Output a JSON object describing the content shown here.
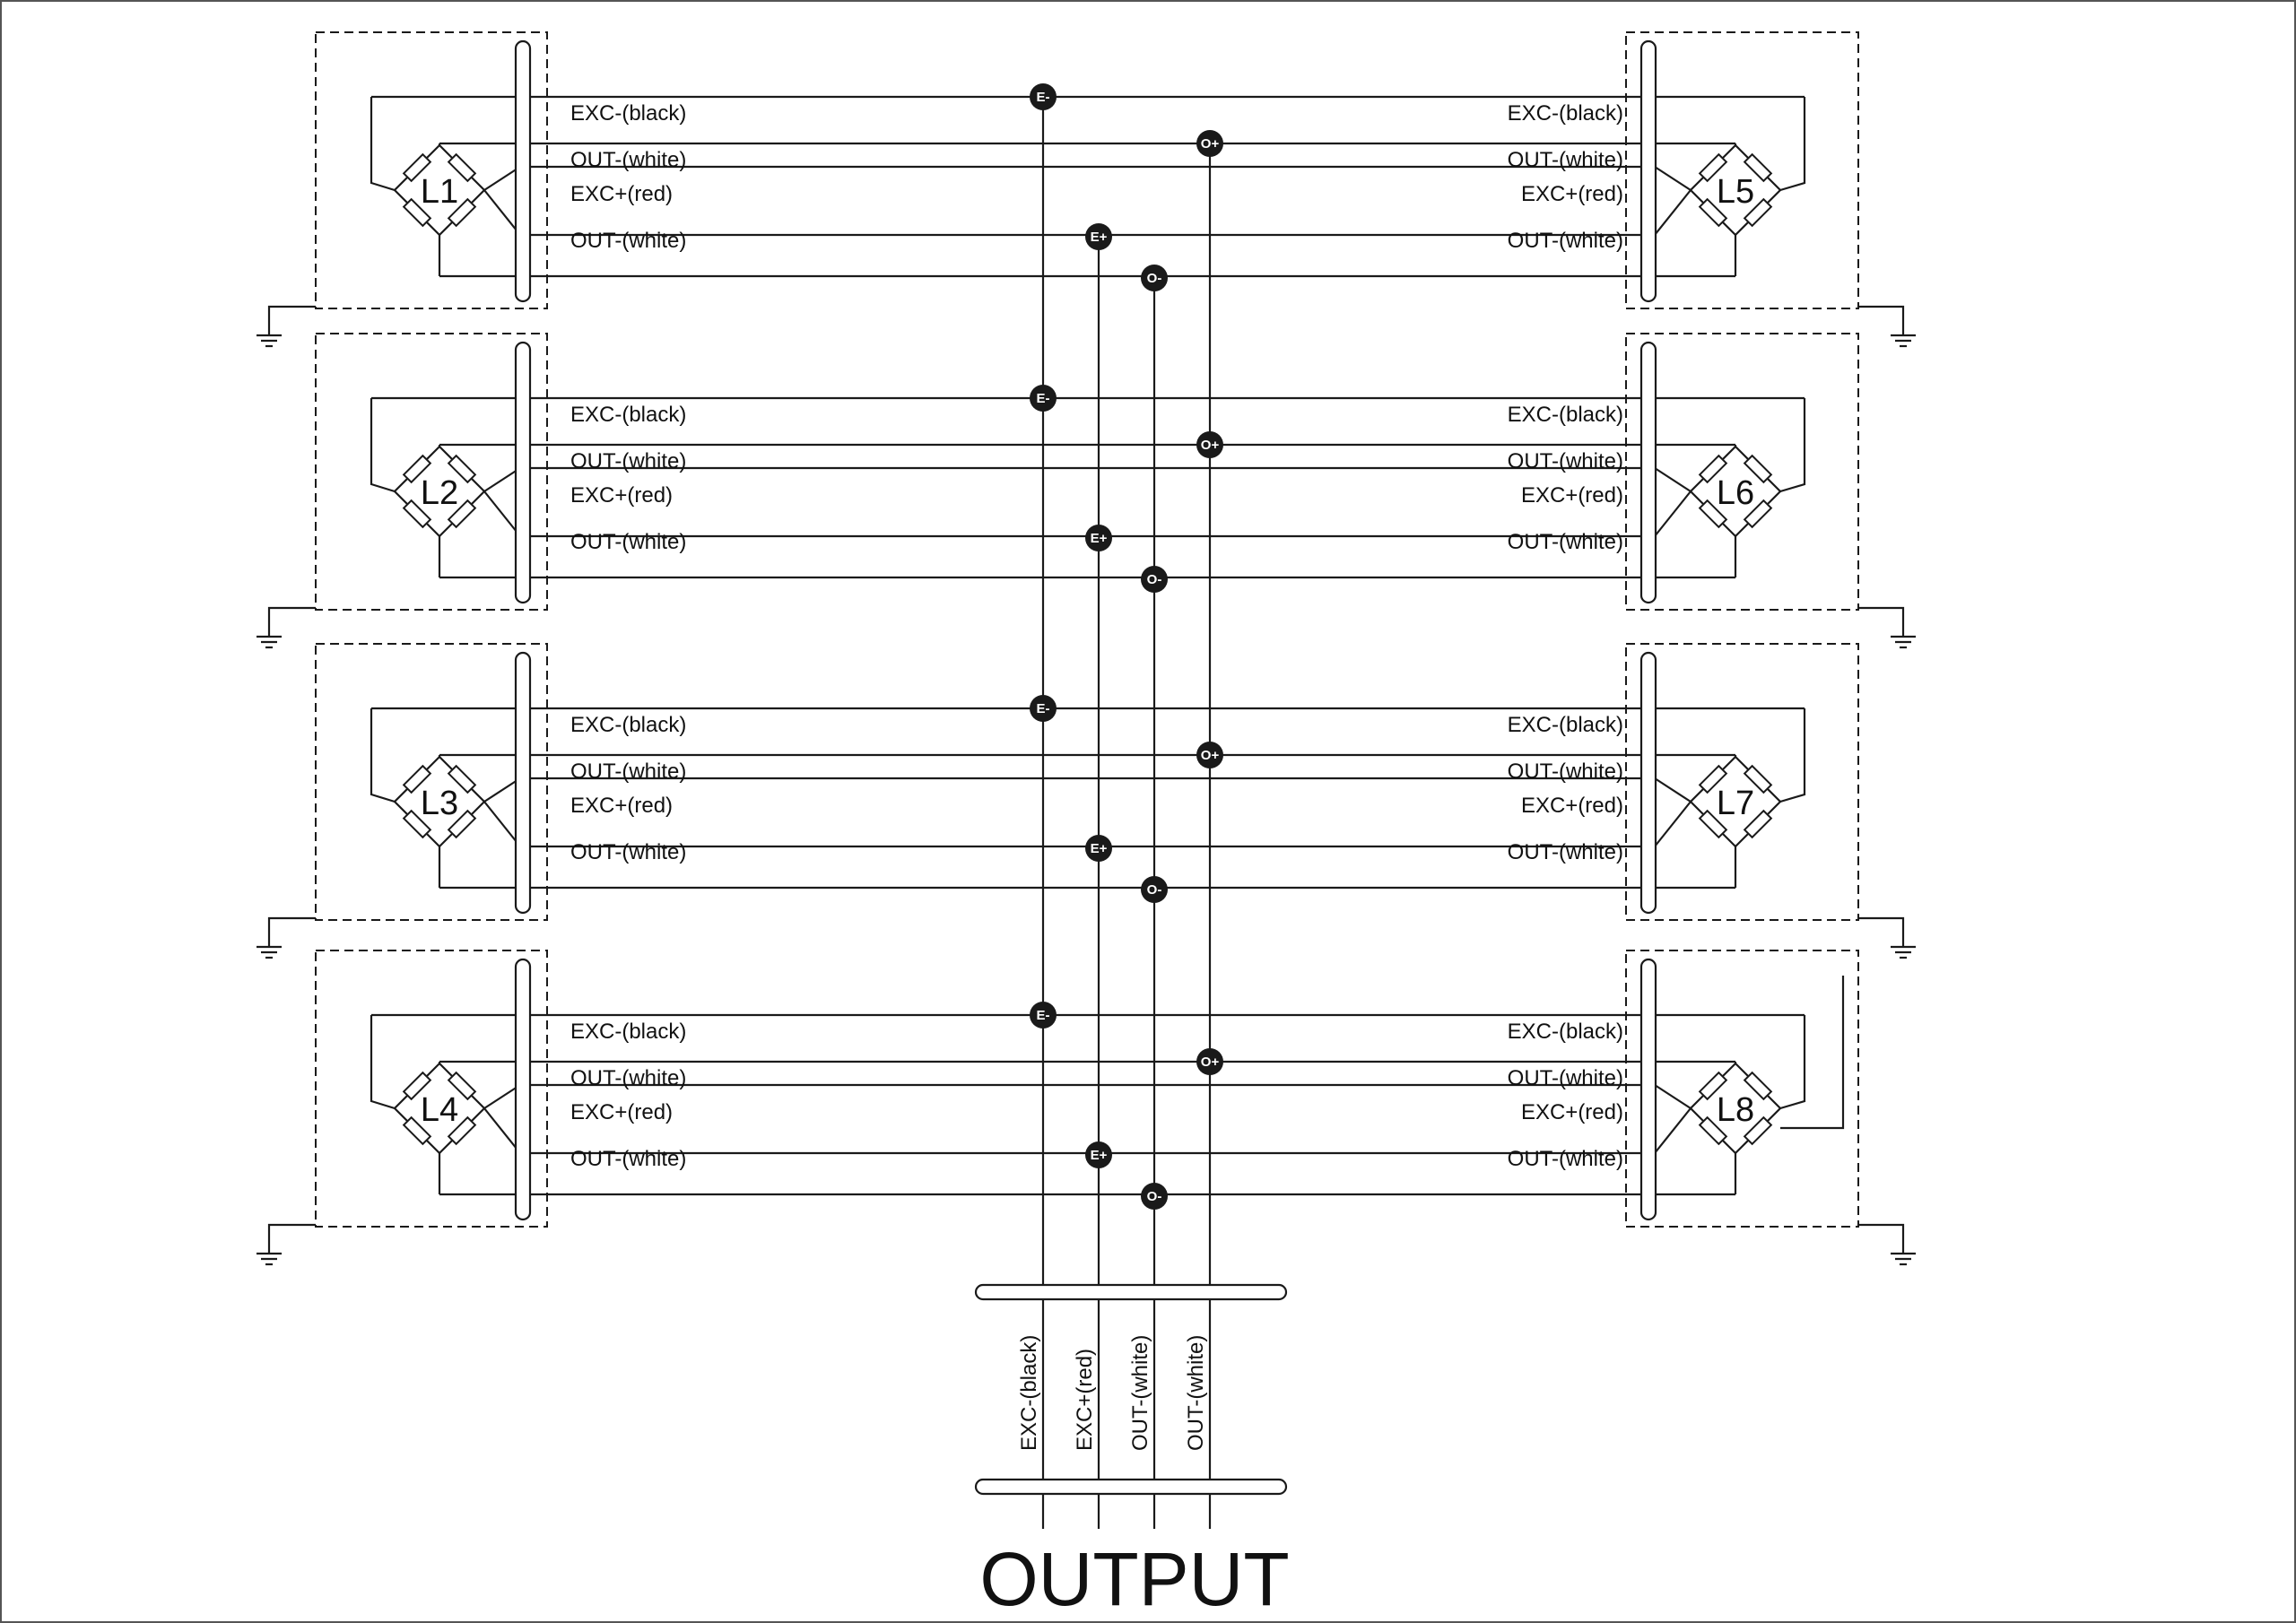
{
  "wire_labels": {
    "exc_minus": "EXC-(black)",
    "out_white": "OUT-(white)",
    "exc_plus": "EXC+(red)"
  },
  "nodes": {
    "e_minus": "E-",
    "o_plus": "O+",
    "e_plus": "E+",
    "o_minus": "O-"
  },
  "left_cells": [
    "L1",
    "L2",
    "L3",
    "L4"
  ],
  "right_cells": [
    "L5",
    "L6",
    "L7",
    "L8"
  ],
  "output_bus": {
    "labels": [
      "EXC-(black)",
      "EXC+(red)",
      "OUT-(white)",
      "OUT-(white)"
    ],
    "title": "OUTPUT"
  },
  "colors": {
    "line": "#1a1a1a",
    "background": "#ffffff"
  }
}
